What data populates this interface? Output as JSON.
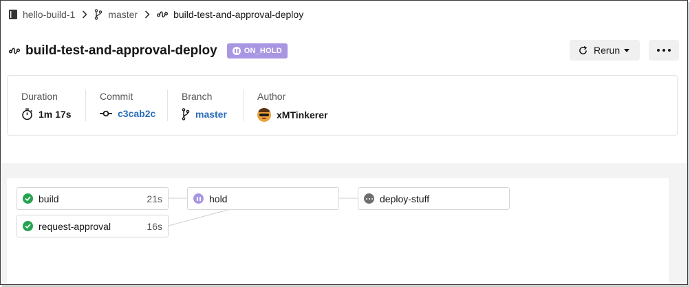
{
  "breadcrumb": {
    "project": "hello-build-1",
    "branch": "master",
    "workflow": "build-test-and-approval-deploy"
  },
  "header": {
    "title": "build-test-and-approval-deploy",
    "status_badge": "ON_HOLD",
    "status_color": "#a996e3",
    "rerun_label": "Rerun"
  },
  "info": {
    "duration": {
      "label": "Duration",
      "value": "1m 17s"
    },
    "commit": {
      "label": "Commit",
      "value": "c3cab2c"
    },
    "branch": {
      "label": "Branch",
      "value": "master"
    },
    "author": {
      "label": "Author",
      "value": "xMTinkerer"
    }
  },
  "jobs": [
    {
      "name": "build",
      "duration": "21s",
      "status": "success"
    },
    {
      "name": "request-approval",
      "duration": "16s",
      "status": "success"
    },
    {
      "name": "hold",
      "duration": "",
      "status": "on_hold"
    },
    {
      "name": "deploy-stuff",
      "duration": "",
      "status": "not_run"
    }
  ],
  "colors": {
    "success": "#26a350",
    "on_hold": "#a996e3",
    "link": "#2a6ebb"
  }
}
